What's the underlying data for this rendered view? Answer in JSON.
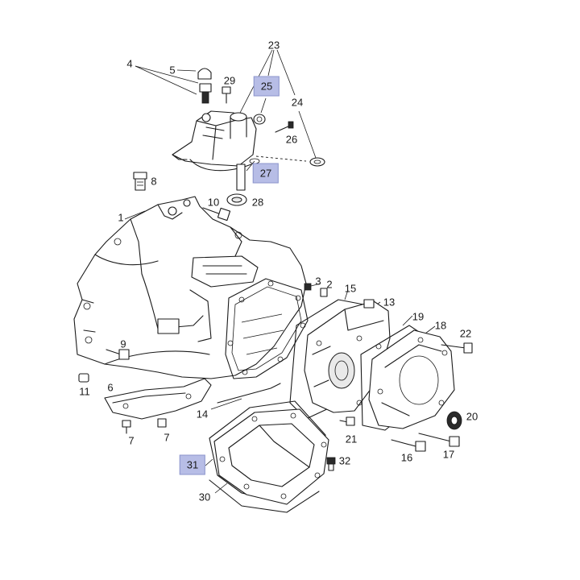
{
  "diagram": {
    "callouts": [
      {
        "id": "c23",
        "text": "23",
        "highlight": false
      },
      {
        "id": "c4",
        "text": "4",
        "highlight": false
      },
      {
        "id": "c5",
        "text": "5",
        "highlight": false
      },
      {
        "id": "c29",
        "text": "29",
        "highlight": false
      },
      {
        "id": "c25",
        "text": "25",
        "highlight": true
      },
      {
        "id": "c24",
        "text": "24",
        "highlight": false
      },
      {
        "id": "c26",
        "text": "26",
        "highlight": false
      },
      {
        "id": "c27",
        "text": "27",
        "highlight": true
      },
      {
        "id": "c8",
        "text": "8",
        "highlight": false
      },
      {
        "id": "c10",
        "text": "10",
        "highlight": false
      },
      {
        "id": "c28",
        "text": "28",
        "highlight": false
      },
      {
        "id": "c1",
        "text": "1",
        "highlight": false
      },
      {
        "id": "c3",
        "text": "3",
        "highlight": false
      },
      {
        "id": "c2",
        "text": "2",
        "highlight": false
      },
      {
        "id": "c15",
        "text": "15",
        "highlight": false
      },
      {
        "id": "c13",
        "text": "13",
        "highlight": false
      },
      {
        "id": "c19",
        "text": "19",
        "highlight": false
      },
      {
        "id": "c18",
        "text": "18",
        "highlight": false
      },
      {
        "id": "c22",
        "text": "22",
        "highlight": false
      },
      {
        "id": "c9",
        "text": "9",
        "highlight": false
      },
      {
        "id": "c11",
        "text": "11",
        "highlight": false
      },
      {
        "id": "c6",
        "text": "6",
        "highlight": false
      },
      {
        "id": "c14",
        "text": "14",
        "highlight": false
      },
      {
        "id": "c20",
        "text": "20",
        "highlight": false
      },
      {
        "id": "c7a",
        "text": "7",
        "highlight": false
      },
      {
        "id": "c7b",
        "text": "7",
        "highlight": false
      },
      {
        "id": "c21",
        "text": "21",
        "highlight": false
      },
      {
        "id": "c16",
        "text": "16",
        "highlight": false
      },
      {
        "id": "c17",
        "text": "17",
        "highlight": false
      },
      {
        "id": "c31",
        "text": "31",
        "highlight": true
      },
      {
        "id": "c32",
        "text": "32",
        "highlight": false
      },
      {
        "id": "c30",
        "text": "30",
        "highlight": false
      }
    ]
  }
}
